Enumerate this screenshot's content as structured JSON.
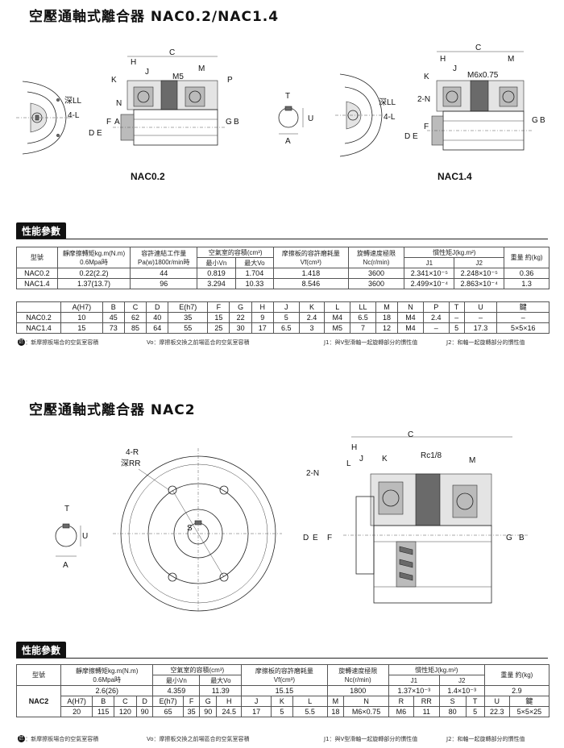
{
  "section1": {
    "title": "空壓通軸式離合器 NAC0.2/NAC1.4",
    "fig_label_a": "NAC0.2",
    "fig_label_b": "NAC1.4",
    "badge": "性能參數",
    "dims": {
      "C": "C",
      "H": "H",
      "J": "J",
      "K": "K",
      "M": "M",
      "M5": "M5",
      "P": "P",
      "N": "N",
      "F": "F",
      "A": "A",
      "D": "D",
      "E": "E",
      "G": "G",
      "B": "B",
      "LL": "深LL",
      "L4": "4-L",
      "T": "T",
      "U": "U",
      "N2": "2-N",
      "M6": "M6x0.75"
    },
    "table_top": {
      "h_model": "型號",
      "h_torque": "靜摩擦轉矩kg.m(N.m)",
      "h_torque_sub": "0.6Mpa時",
      "h_work": "容許連結工作量",
      "h_work_sub": "Pa(w)1800r/min時",
      "h_air": "空氣室的容積(cm³)",
      "h_air_min": "最小Vn",
      "h_air_max": "最大Vo",
      "h_wear": "摩擦板的容許磨耗量",
      "h_wear_sub": "Vf(cm³)",
      "h_speed": "旋轉速度極限",
      "h_speed_sub": "Nc(r/min)",
      "h_inertia": "慣性矩J(kg.m²)",
      "h_j1": "J1",
      "h_j2": "J2",
      "h_weight": "重量 約(kg)",
      "rows": [
        {
          "model": "NAC0.2",
          "torque": "0.22(2.2)",
          "work": "44",
          "vn": "0.819",
          "vo": "1.704",
          "vf": "1.418",
          "nc": "3600",
          "j1": "2.341×10⁻⁵",
          "j2": "2.248×10⁻⁵",
          "weight": "0.36"
        },
        {
          "model": "NAC1.4",
          "torque": "1.37(13.7)",
          "work": "96",
          "vn": "3.294",
          "vo": "10.33",
          "vf": "8.546",
          "nc": "3600",
          "j1": "2.499×10⁻⁴",
          "j2": "2.863×10⁻⁴",
          "weight": "1.3"
        }
      ]
    },
    "table_dims": {
      "headers": [
        "A(H7)",
        "B",
        "C",
        "D",
        "E(h7)",
        "F",
        "G",
        "H",
        "J",
        "K",
        "L",
        "LL",
        "M",
        "N",
        "P",
        "T",
        "U",
        "鍵"
      ],
      "rows": [
        {
          "model": "NAC0.2",
          "values": [
            "10",
            "45",
            "62",
            "40",
            "35",
            "15",
            "22",
            "9",
            "5",
            "2.4",
            "M4",
            "6.5",
            "18",
            "M4",
            "2.4",
            "–",
            "–",
            "–"
          ]
        },
        {
          "model": "NAC1.4",
          "values": [
            "15",
            "73",
            "85",
            "64",
            "55",
            "25",
            "30",
            "17",
            "6.5",
            "3",
            "M5",
            "7",
            "12",
            "M4",
            "–",
            "5",
            "17.3",
            "5×5×16"
          ]
        }
      ]
    },
    "notes": {
      "icon": "註",
      "vn": "Vn：新摩擦板場合的空氣室容積",
      "vo": "Vo：摩擦板交換之前場區合的空氣室容積",
      "j1": "J1：與V型滑軸一起旋轉部分的慣性值",
      "j2": "J2：和軸一起旋轉部分的慣性值"
    }
  },
  "section2": {
    "title": "空壓通軸式離合器 NAC2",
    "badge": "性能參數",
    "dims": {
      "R4": "4-R",
      "RR": "深RR",
      "S": "S",
      "T": "T",
      "U": "U",
      "A": "A",
      "C": "C",
      "H": "H",
      "J": "J",
      "K": "K",
      "Rc": "Rc1/8",
      "M": "M",
      "N2": "2-N",
      "D": "D",
      "E": "E",
      "F": "F",
      "G": "G",
      "B": "B",
      "L": "L"
    },
    "table_top": {
      "h_model": "型號",
      "h_torque": "靜摩擦轉矩kg.m(N.m)",
      "h_torque_sub": "0.6Mpa時",
      "h_air": "空氣室的容積(cm³)",
      "h_air_min": "最小Vn",
      "h_air_max": "最大Vo",
      "h_wear": "摩擦板的容許磨耗量",
      "h_wear_sub": "Vf(cm³)",
      "h_speed": "旋轉速度極限",
      "h_speed_sub": "Nc(r/min)",
      "h_inertia": "慣性矩J(kg.m²)",
      "h_j1": "J1",
      "h_j2": "J2",
      "h_weight": "重量 約(kg)",
      "row": {
        "model": "NAC2",
        "torque": "2.6(26)",
        "vn": "4.359",
        "vo": "11.39",
        "vf": "15.15",
        "nc": "1800",
        "j1": "1.37×10⁻³",
        "j2": "1.4×10⁻³",
        "weight": "2.9"
      }
    },
    "table_dims": {
      "headers": [
        "A(H7)",
        "B",
        "C",
        "D",
        "E(h7)",
        "F",
        "G",
        "H",
        "J",
        "K",
        "L",
        "M",
        "N",
        "R",
        "RR",
        "S",
        "T",
        "U",
        "鍵"
      ],
      "values": [
        "20",
        "115",
        "120",
        "90",
        "65",
        "35",
        "90",
        "24.5",
        "17",
        "5",
        "5.5",
        "18",
        "M6×0.75",
        "M6",
        "11",
        "80",
        "5",
        "22.3",
        "5×5×25"
      ]
    },
    "notes": {
      "icon": "註",
      "vn": "Vn：新摩擦板場合的空氣室容積",
      "vo": "Vo：摩擦板交換之前場區合的空氣室容積",
      "j1": "J1：與V型滑軸一起旋轉部分的慣性值",
      "j2": "J2：和軸一起旋轉部分的慣性值"
    }
  }
}
